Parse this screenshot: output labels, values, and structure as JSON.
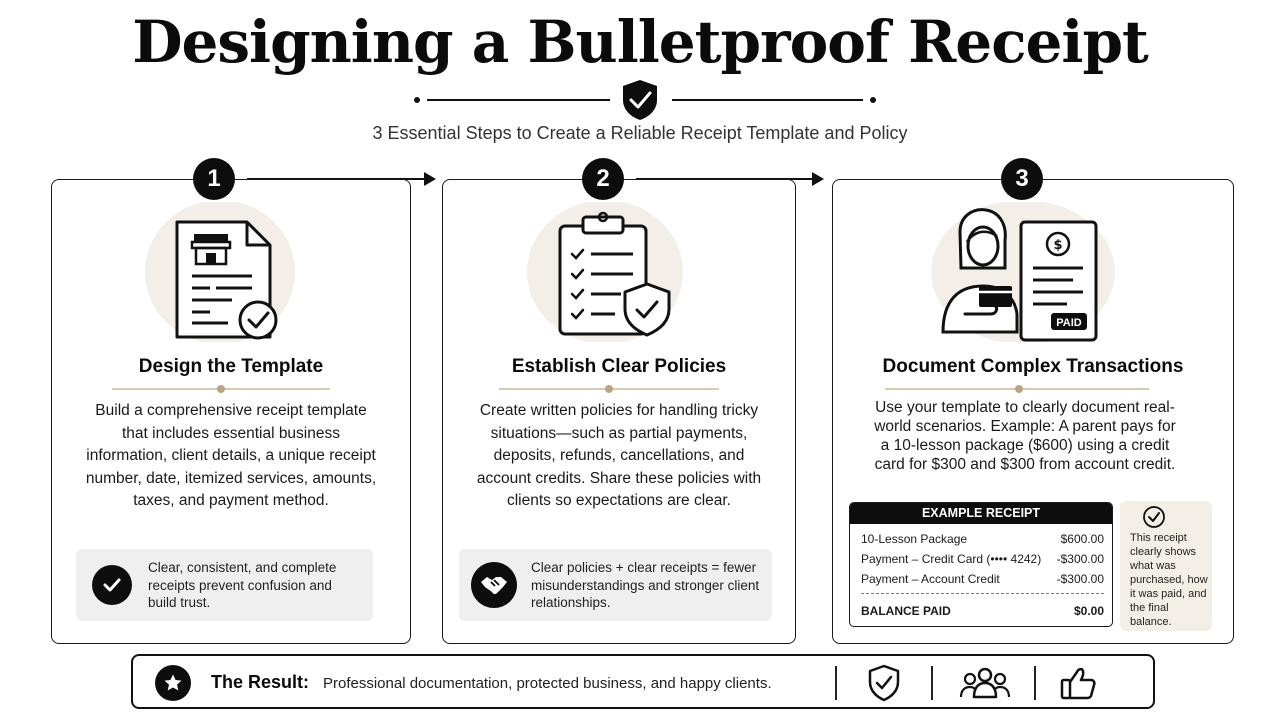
{
  "title": "Designing a Bulletproof Receipt",
  "subtitle": "3 Essential Steps to Create a Reliable Receipt Template and Policy",
  "steps": [
    {
      "number": "1",
      "title": "Design the Template",
      "body": "Build a comprehensive receipt template that includes essential business information, client details, a unique receipt number, date, itemized services, amounts, taxes, and payment method.",
      "note": "Clear, consistent, and complete receipts prevent confusion and build trust."
    },
    {
      "number": "2",
      "title": "Establish Clear Policies",
      "body": "Create written policies for handling tricky situations—such as partial payments, deposits, refunds, cancellations, and account credits. Share these policies with clients so expectations are clear.",
      "note": "Clear policies + clear receipts = fewer misunderstandings and stronger client relationships."
    },
    {
      "number": "3",
      "title": "Document Complex Transactions",
      "body": "Use your template to clearly document real-world scenarios. Example: A parent pays for a 10-lesson package ($600) using a credit card for $300 and $300 from account credit.",
      "paid_stamp": "PAID"
    }
  ],
  "receipt": {
    "header": "EXAMPLE RECEIPT",
    "rows": [
      {
        "label": "10-Lesson Package",
        "amount": "$600.00"
      },
      {
        "label": "Payment – Credit Card (•••• 4242)",
        "amount": "-$300.00"
      },
      {
        "label": "Payment – Account Credit",
        "amount": "-$300.00"
      }
    ],
    "total_label": "BALANCE PAID",
    "total_amount": "$0.00"
  },
  "callout": "This receipt clearly shows what was purchased, how it was paid, and the final balance.",
  "result": {
    "label": "The Result:",
    "text": "Professional documentation, protected business, and happy clients."
  },
  "icons": {
    "title": "shield-check-icon",
    "step1": "storefront-document-icon",
    "step2": "clipboard-checklist-icon",
    "step3": "person-card-invoice-icon",
    "note1": "checkmark-icon",
    "note2": "handshake-icon",
    "result": "star-icon",
    "result_icons": [
      "shield-check-icon",
      "people-icon",
      "thumbs-up-icon"
    ]
  },
  "colors": {
    "ink": "#0d0d0d",
    "accent_tan": "#c8b89a",
    "icon_bg": "#f3efe8",
    "note_bg": "#efefef",
    "callout_bg": "#f4efe6"
  }
}
